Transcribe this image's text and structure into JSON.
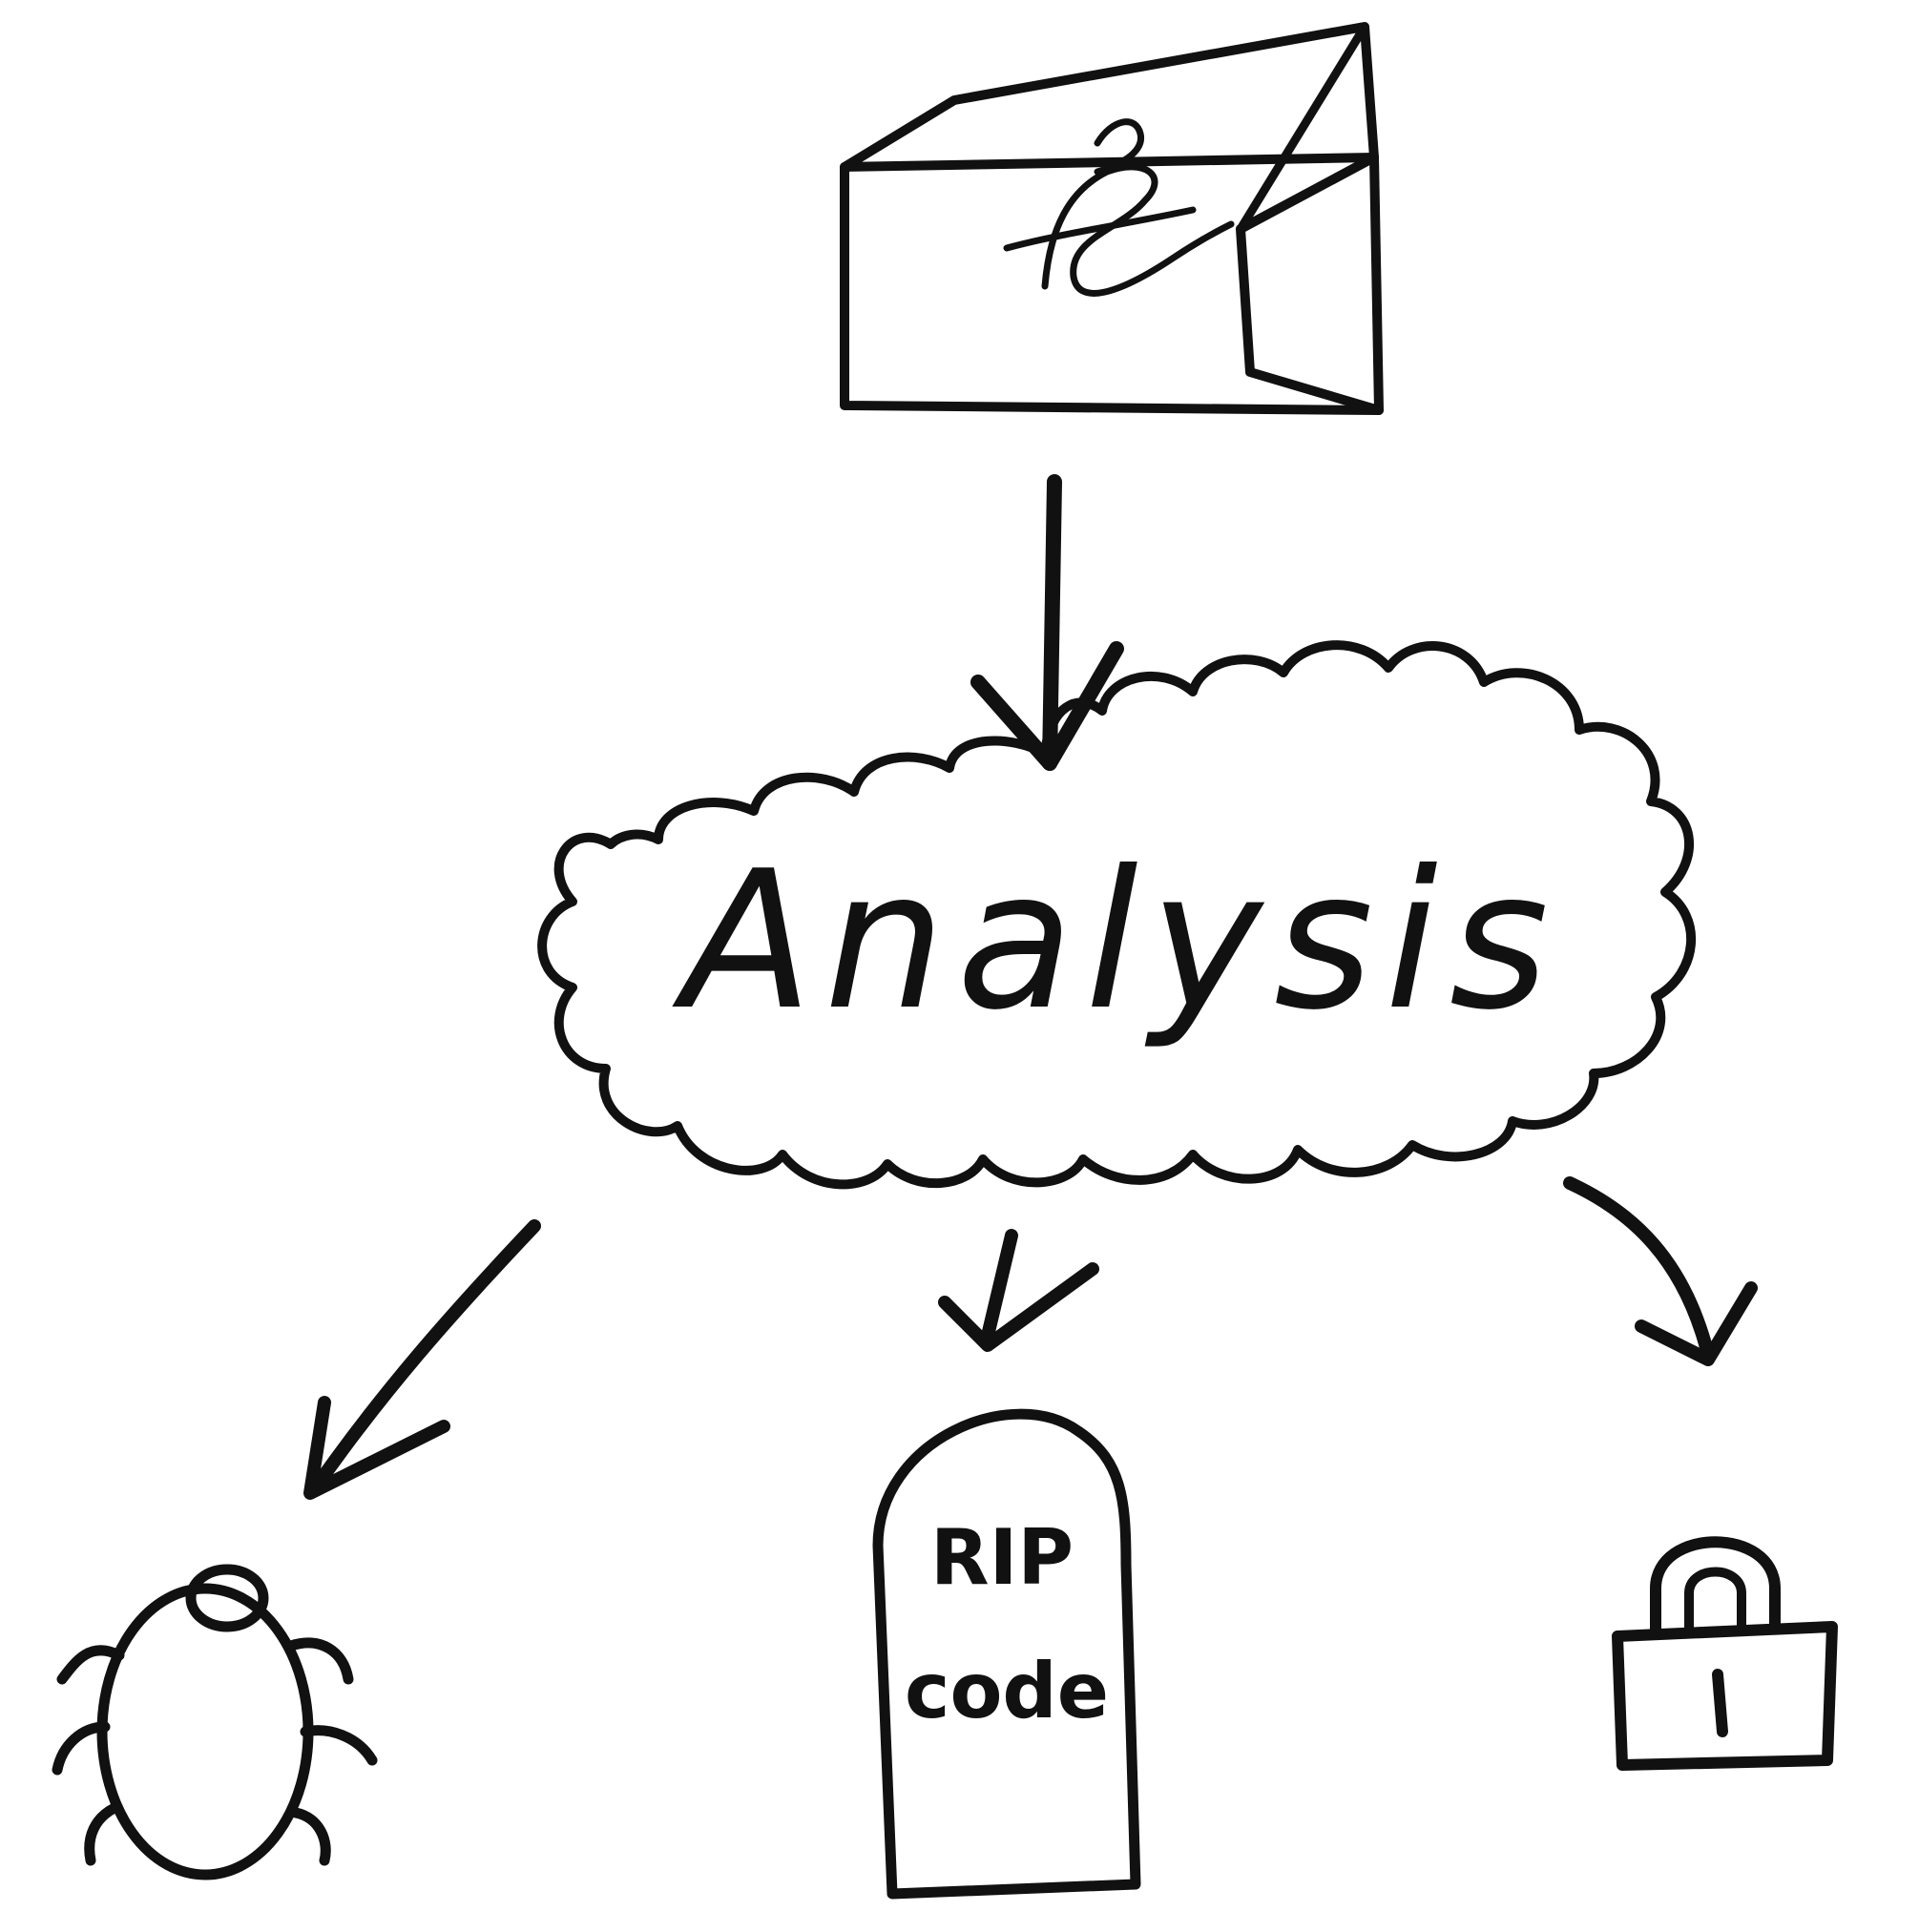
{
  "diagram": {
    "source": {
      "icon": "package-box-icon"
    },
    "process": {
      "label": "Analysis",
      "icon": "cloud-shape"
    },
    "outcomes": [
      {
        "icon": "bug-icon"
      },
      {
        "icon": "tombstone-icon",
        "lines": [
          "RIP",
          "code"
        ]
      },
      {
        "icon": "padlock-icon"
      }
    ]
  },
  "colors": {
    "ink": "#111111",
    "background": "#ffffff"
  }
}
